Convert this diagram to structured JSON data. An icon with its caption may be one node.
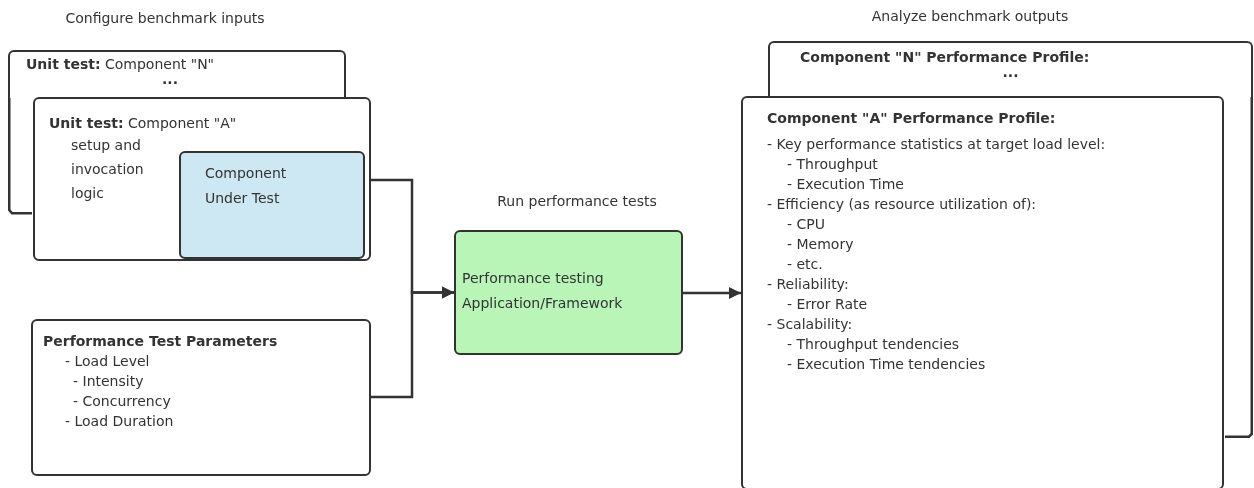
{
  "diagram": {
    "nodes": [
      {
        "text": [
          "**Unit test:** Component \"N\"",
          "..."
        ]
      },
      {
        "text": [
          "**Unit test:** Component \"A\"",
          "setup and invocation logic"
        ]
      },
      {
        "text": [
          "Component Under Test"
        ],
        "in": 1
      },
      {
        "text": [
          "Performance Test Parameters",
          "- Load Level",
          "- Intensity",
          "- Concurrency",
          "- Load Duration"
        ]
      },
      {
        "text": [
          "Performance testing Application/Framework"
        ]
      },
      {
        "text": [
          "Component \"N\" Performance Profile:",
          "..."
        ]
      },
      {
        "text": [
          "Component \"A\" Performance Profile:",
          "- Key performance statistics at target load level:",
          "- Throughput",
          "- Execution Time",
          "- Efficiency (as resource utilization of):",
          "- CPU",
          "- Memory",
          "- etc.",
          "- Reliability:",
          "- Error Rate",
          "- Scalability:",
          "- Throughput tendencies",
          "- Execution Time tendencies"
        ]
      }
    ],
    "edges": [
      {
        "from": 1,
        "to": 4,
        "arrow": "to"
      },
      {
        "from": 3,
        "to": 4,
        "arrow": "to"
      },
      {
        "from": 4,
        "to": 6,
        "arrow": "to"
      }
    ],
    "labels": [
      "Configure benchmark inputs",
      "Run performance tests",
      "Analyze benchmark outputs"
    ]
  }
}
